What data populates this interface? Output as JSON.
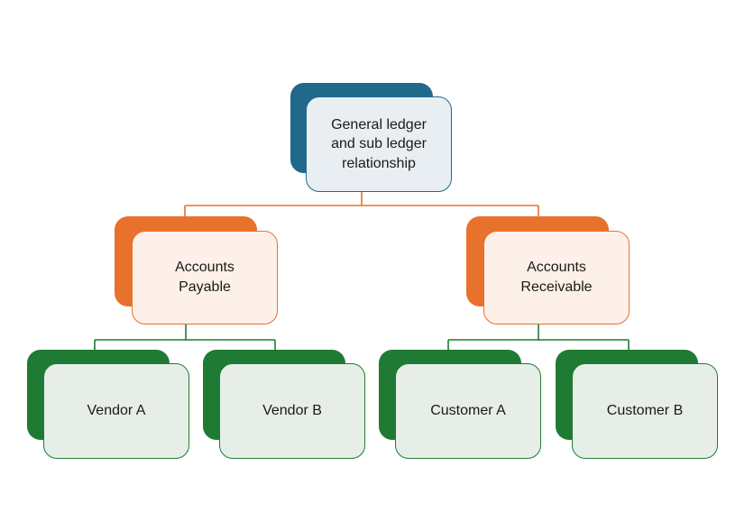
{
  "diagram": {
    "title": "General ledger and sub ledger relationship",
    "nodes": {
      "root": {
        "label": "General ledger and sub ledger relationship"
      },
      "accounts_payable": {
        "label": "Accounts Payable"
      },
      "accounts_receivable": {
        "label": "Accounts Receivable"
      },
      "vendor_a": {
        "label": "Vendor A"
      },
      "vendor_b": {
        "label": "Vendor B"
      },
      "customer_a": {
        "label": "Customer A"
      },
      "customer_b": {
        "label": "Customer B"
      }
    },
    "hierarchy": {
      "root": "General ledger and sub ledger relationship",
      "children": [
        {
          "label": "Accounts Payable",
          "children": [
            "Vendor A",
            "Vendor B"
          ]
        },
        {
          "label": "Accounts Receivable",
          "children": [
            "Customer A",
            "Customer B"
          ]
        }
      ]
    }
  },
  "colors": {
    "teal": "#20698C",
    "teal_fill": "#E9EEF3",
    "orange": "#E8712C",
    "orange_fill": "#FCF0E8",
    "green": "#1F7B33",
    "green_fill": "#E7EEE7",
    "text": "#1A1A1A",
    "background": "#FFFFFF"
  }
}
